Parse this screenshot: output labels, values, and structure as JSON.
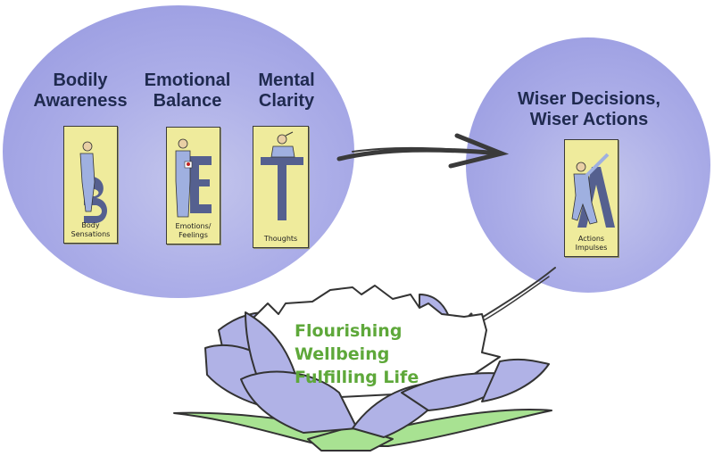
{
  "diagram": {
    "left_group": {
      "items": [
        {
          "heading_line1": "Bodily",
          "heading_line2": "Awareness",
          "card_letter": "B",
          "card_caption_line1": "Body",
          "card_caption_line2": "Sensations"
        },
        {
          "heading_line1": "Emotional",
          "heading_line2": "Balance",
          "card_letter": "E",
          "card_caption_line1": "Emotions/",
          "card_caption_line2": "Feelings"
        },
        {
          "heading_line1": "Mental",
          "heading_line2": "Clarity",
          "card_letter": "T",
          "card_caption_line1": "",
          "card_caption_line2": "Thoughts"
        }
      ]
    },
    "right_group": {
      "heading_line1": "Wiser Decisions,",
      "heading_line2": "Wiser Actions",
      "card_letter": "A",
      "card_caption_line1": "Actions",
      "card_caption_line2": "Impulses"
    },
    "outcome": {
      "lines": [
        "Flourishing",
        "Wellbeing",
        "Fulfilling Life"
      ]
    },
    "colors": {
      "circle_fill": "#a7a9e6",
      "heading_text": "#1f2a4f",
      "card_fill": "#efeb9c",
      "letter_fill": "#55608f",
      "suit_fill": "#9fb0e0",
      "outcome_text": "#5ea83a",
      "lotus_petal": "#b0b2e6",
      "lotus_leaf": "#a8e292",
      "arrow": "#3a3a3a"
    }
  }
}
